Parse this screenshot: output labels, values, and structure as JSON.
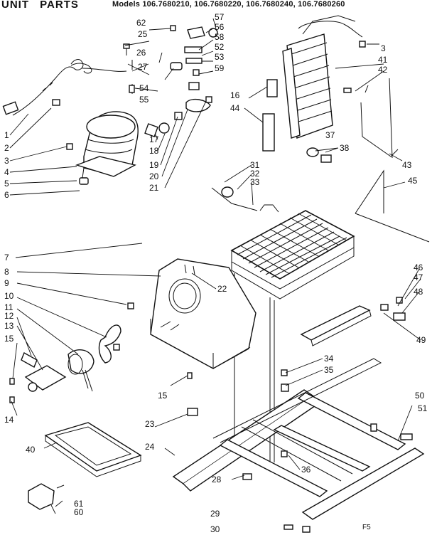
{
  "header": {
    "title": "UNIT PARTS",
    "models": "Models 106.7680210, 106.7680220, 106.7680240, 106.7680260"
  },
  "callouts": [
    "1",
    "2",
    "3",
    "4",
    "5",
    "6",
    "7",
    "8",
    "9",
    "10",
    "11",
    "12",
    "13",
    "14",
    "15",
    "15",
    "17",
    "18",
    "19",
    "20",
    "21",
    "22",
    "23",
    "24",
    "25",
    "26",
    "27",
    "28",
    "29",
    "30",
    "31",
    "32",
    "33",
    "34",
    "35",
    "36",
    "37",
    "38",
    "3",
    "40",
    "41",
    "42",
    "43",
    "44",
    "45",
    "46",
    "47",
    "48",
    "49",
    "50",
    "51",
    "52",
    "53",
    "54",
    "55",
    "56",
    "57",
    "58",
    "59",
    "60",
    "61",
    "62",
    "16"
  ],
  "footer_mark": "F5"
}
